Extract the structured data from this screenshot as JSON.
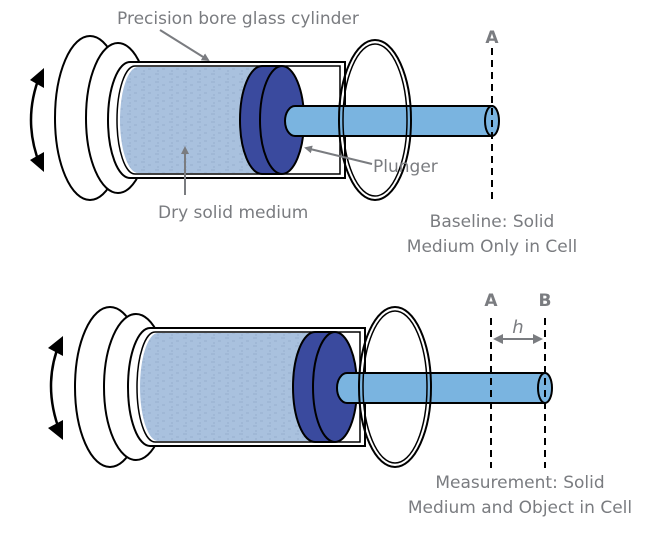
{
  "colors": {
    "medium": "#a9c1de",
    "plunger": "#3a4a9e",
    "rod": "#7ab4e0",
    "outline": "#000000",
    "annotation": "#7a7c80"
  },
  "labels": {
    "cylinder": "Precision bore glass cylinder",
    "plunger": "Plunger",
    "medium": "Dry solid medium",
    "marker_a": "A",
    "marker_b": "B",
    "height": "h",
    "baseline_line1": "Baseline: Solid",
    "baseline_line2": "Medium Only in Cell",
    "measurement_line1": "Measurement: Solid",
    "measurement_line2": "Medium and Object  in Cell"
  },
  "panels": [
    {
      "name": "baseline",
      "description": "Solid medium only in cell; rod end aligned with line A"
    },
    {
      "name": "measurement",
      "description": "Solid medium and object in cell; rod end displaced to line B by distance h"
    }
  ],
  "icons": {
    "rotation": "double-headed-curved-arrow-icon"
  }
}
